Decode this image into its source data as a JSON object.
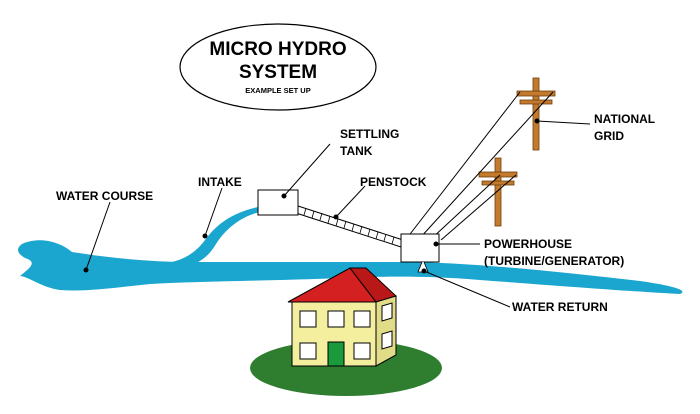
{
  "title": {
    "line1": "MICRO HYDRO",
    "line2": "SYSTEM",
    "subtitle": "EXAMPLE SET UP"
  },
  "labels": {
    "water_course": "WATER COURSE",
    "intake": "INTAKE",
    "settling_tank_line1": "SETTLING",
    "settling_tank_line2": "TANK",
    "penstock": "PENSTOCK",
    "national_grid_line1": "NATIONAL",
    "national_grid_line2": "GRID",
    "powerhouse_line1": "POWERHOUSE",
    "powerhouse_line2": "(TURBINE/GENERATOR)",
    "water_return": "WATER RETURN"
  },
  "colors": {
    "water": "#1aa6cf",
    "pole": "#c47a2c",
    "roof": "#d42020",
    "wall": "#f3ef9f",
    "door": "#1a9a3a",
    "lawn": "#2f7d2f",
    "chimney": "#d42020"
  }
}
